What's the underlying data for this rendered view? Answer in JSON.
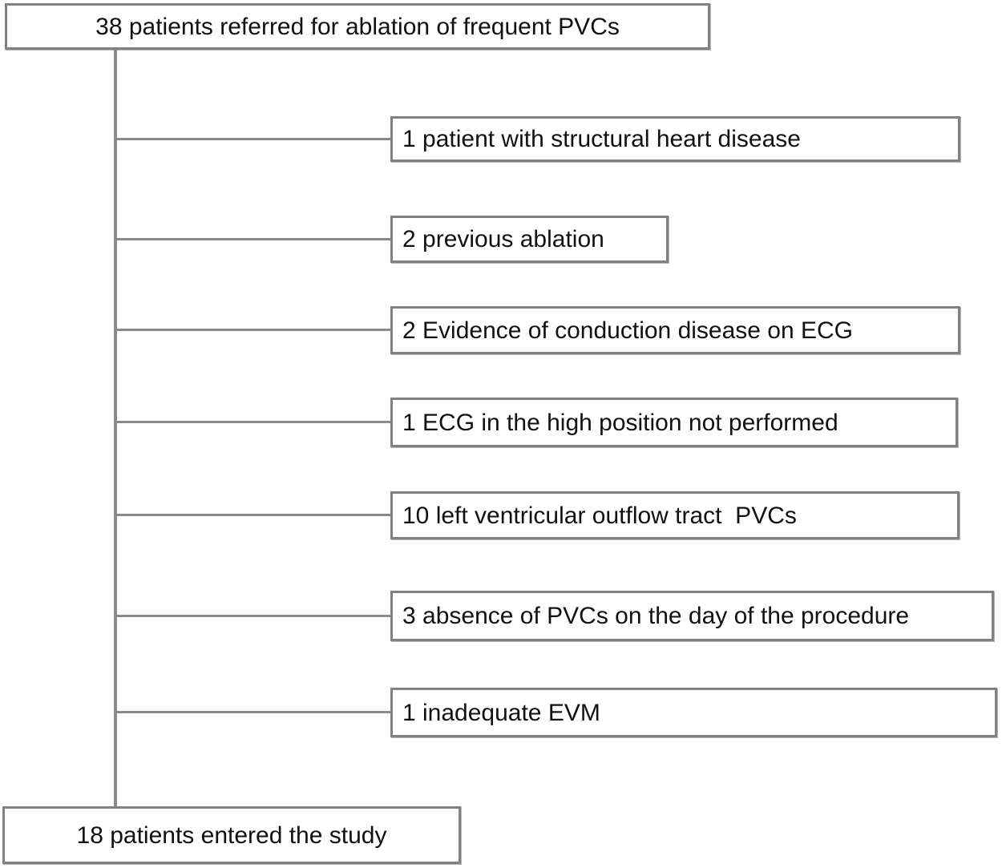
{
  "flowchart": {
    "top_box": {
      "label": "38 patients referred for ablation of frequent PVCs"
    },
    "exclusions": [
      {
        "label": "1 patient with structural heart disease"
      },
      {
        "label": "2 previous ablation"
      },
      {
        "label": "2 Evidence of conduction disease on ECG"
      },
      {
        "label": "1 ECG in the high position not performed"
      },
      {
        "label": "10 left ventricular outflow tract  PVCs"
      },
      {
        "label": "3 absence of PVCs on the day of the procedure"
      },
      {
        "label": "1 inadequate EVM"
      }
    ],
    "bottom_box": {
      "label": "18 patients entered the study"
    },
    "colors": {
      "line": "#8a8a8a",
      "box_border": "#818181",
      "text": "#111111",
      "background": "#ffffff"
    }
  }
}
